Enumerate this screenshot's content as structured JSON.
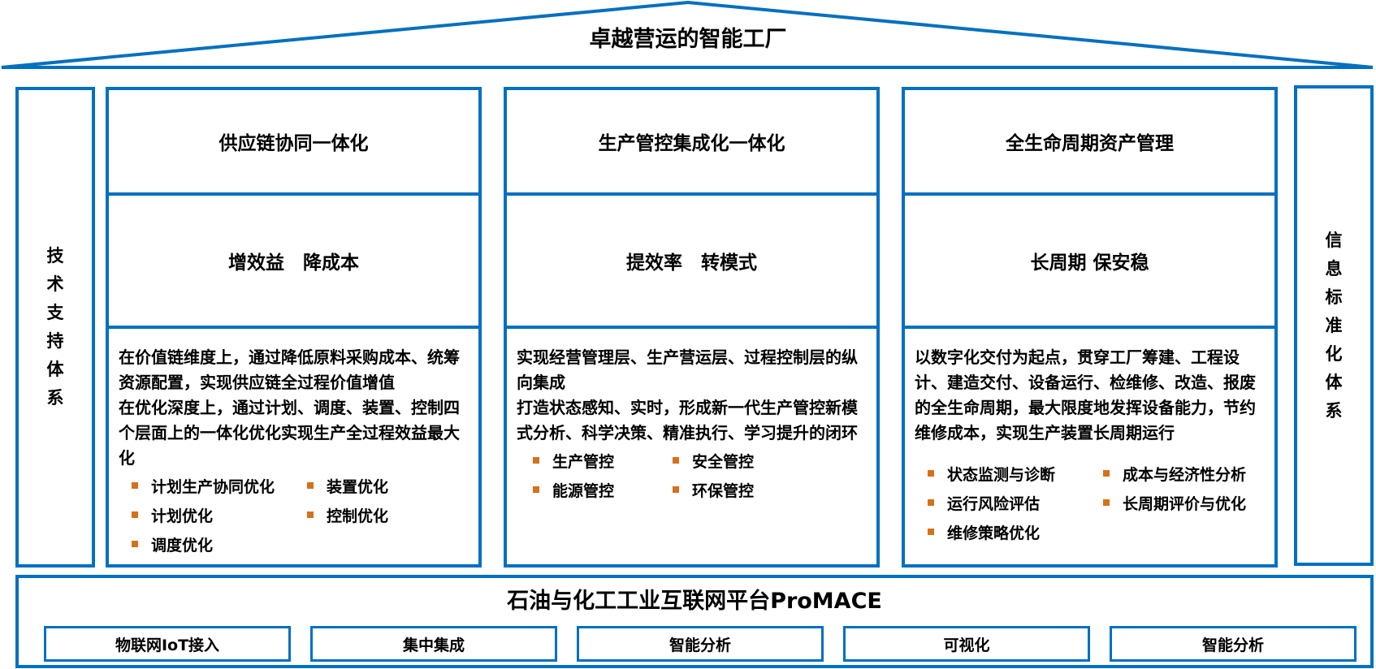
{
  "title": "卓越营运的智能工厂",
  "left_side": [
    "技",
    "术",
    "支",
    "持",
    "体",
    "系"
  ],
  "right_side": [
    "信",
    "息",
    "标",
    "准",
    "化",
    "体",
    "系"
  ],
  "pillars": [
    {
      "heading": "供应链协同一体化",
      "goal": "增效益　降成本",
      "description": [
        "在价值链维度上，通过降低原料采购成本、统筹资源配置，实现供应链全过程价值增值",
        "在优化深度上，通过计划、调度、装置、控制四个层面上的一体化优化实现生产全过程效益最大化"
      ],
      "bullets": [
        "计划生产协同优化",
        "装置优化",
        "计划优化",
        "控制优化",
        "调度优化"
      ]
    },
    {
      "heading": "生产管控集成化一体化",
      "goal": "提效率　转模式",
      "description": [
        "实现经营管理层、生产营运层、过程控制层的纵向集成",
        "打造状态感知、实时，形成新一代生产管控新模式分析、科学决策、精准执行、学习提升的闭环"
      ],
      "bullets": [
        "生产管控",
        "安全管控",
        "能源管控",
        "环保管控"
      ]
    },
    {
      "heading": "全生命周期资产管理",
      "goal": "长周期  保安稳",
      "description": [
        "以数字化交付为起点，贯穿工厂筹建、工程设计、建造交付、设备运行、检维修、改造、报废的全生命周期，最大限度地发挥设备能力，节约维修成本，实现生产装置长周期运行"
      ],
      "bullets": [
        "状态监测与诊断",
        "成本与经济性分析",
        "运行风险评估",
        "长周期评价与优化",
        "维修策略优化"
      ]
    }
  ],
  "platform": {
    "title": "石油与化工工业互联网平台ProMACE",
    "modules": [
      "物联网IoT接入",
      "集中集成",
      "智能分析",
      "可视化",
      "智能分析"
    ]
  },
  "colors": {
    "border": "#0070c0",
    "bullet": "#d4711a"
  }
}
